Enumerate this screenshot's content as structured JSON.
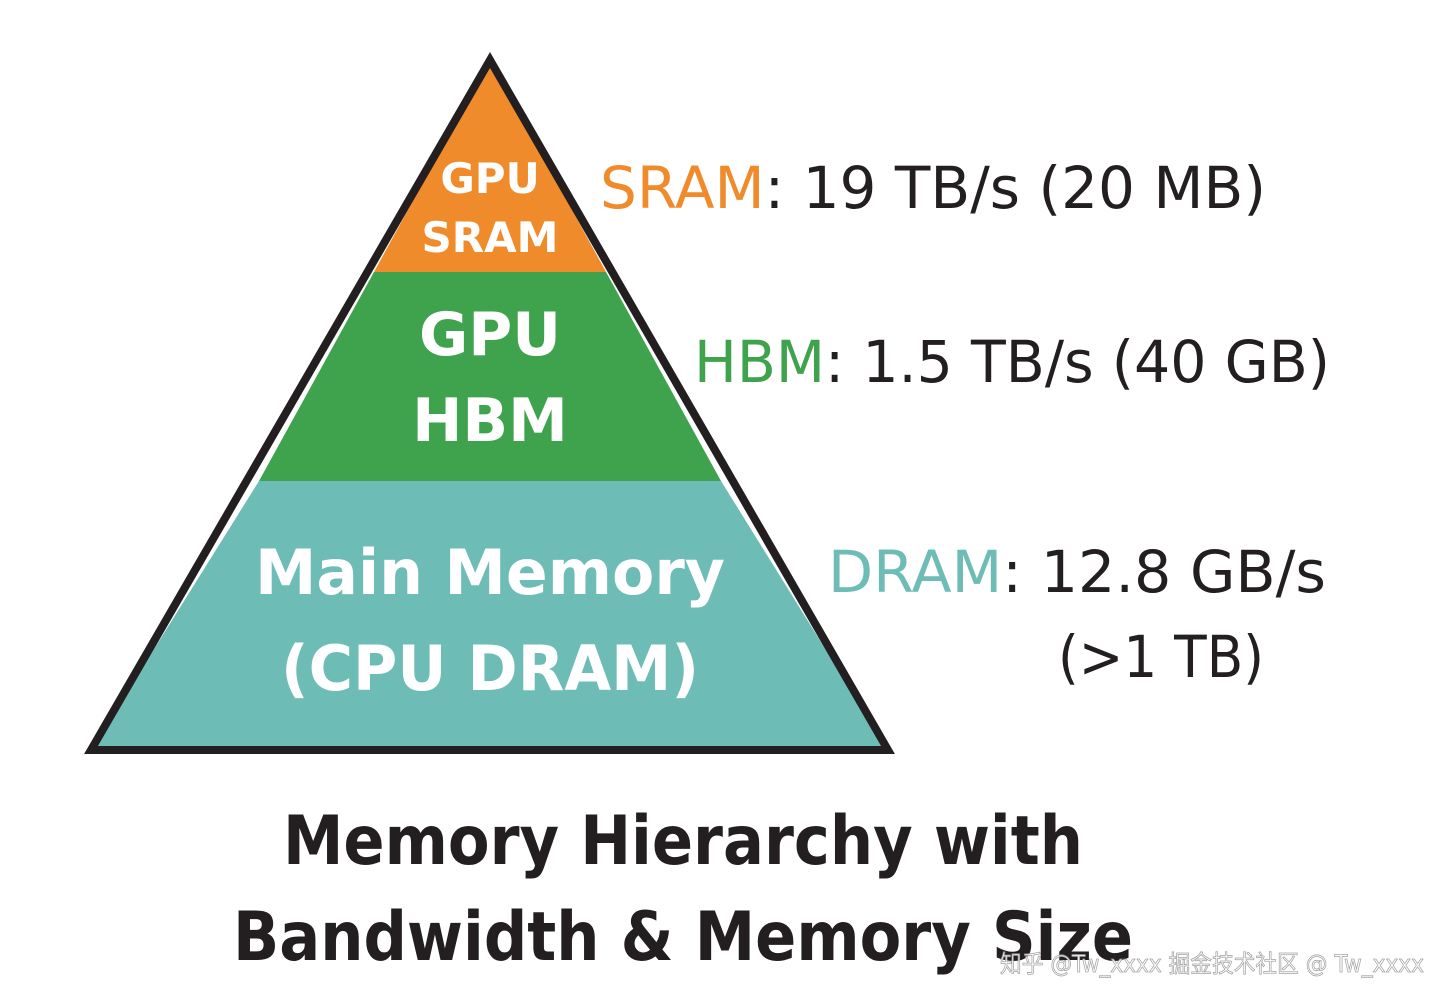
{
  "colors": {
    "sram": "#f08b2c",
    "hbm": "#3fa34d",
    "dram": "#6dbcb5",
    "outline": "#231f20",
    "text": "#231f20",
    "label": "#ffffff"
  },
  "pyramid": {
    "sram": {
      "line1": "GPU",
      "line2": "SRAM"
    },
    "hbm": {
      "line1": "GPU",
      "line2": "HBM"
    },
    "dram": {
      "line1": "Main Memory",
      "line2": "(CPU DRAM)"
    }
  },
  "specs": {
    "sram": {
      "name": "SRAM",
      "detail": ": 19 TB/s (20 MB)"
    },
    "hbm": {
      "name": "HBM",
      "detail": ": 1.5 TB/s (40 GB)"
    },
    "dram": {
      "name": "DRAM",
      "detail": ": 12.8 GB/s",
      "detail2": "(>1 TB)"
    }
  },
  "caption": {
    "line1": "Memory Hierarchy with",
    "line2": "Bandwidth & Memory Size"
  },
  "watermark": {
    "text": "知乎 @Tw_xxxx  掘金技术社区 @ Tw_xxxx"
  }
}
